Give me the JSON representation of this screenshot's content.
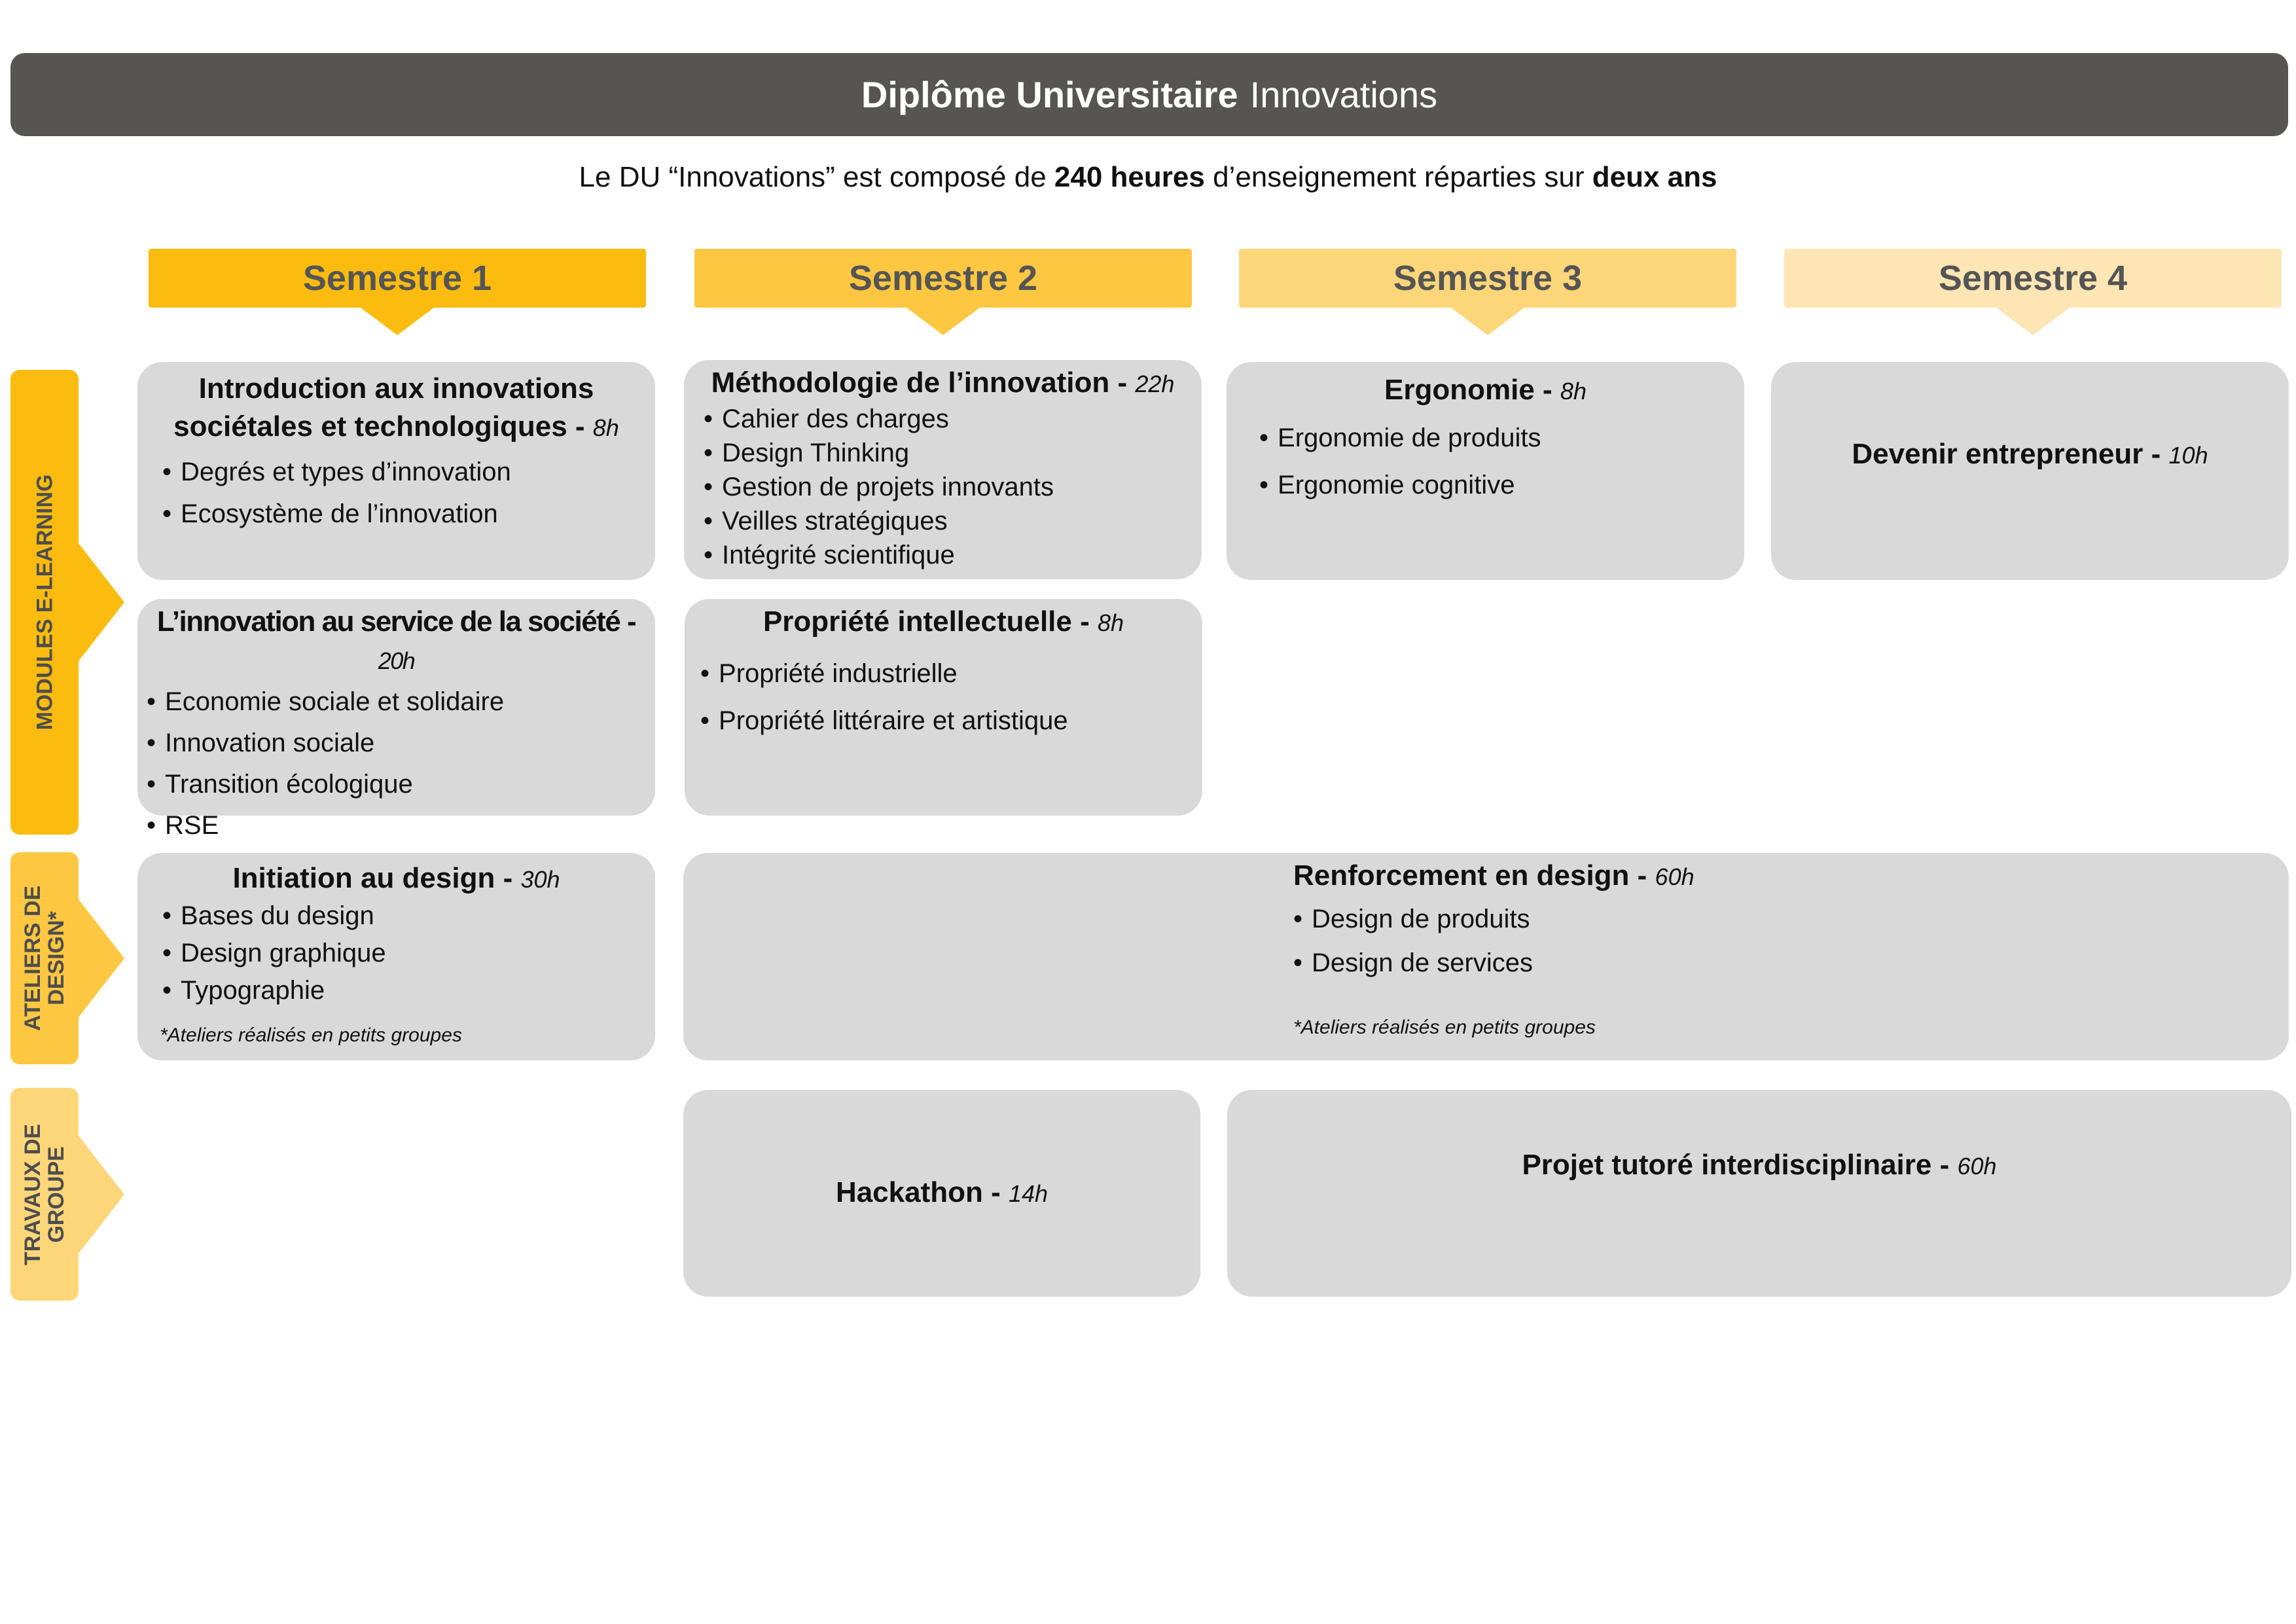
{
  "header": {
    "title_bold": "Diplôme Universitaire",
    "title_light": "Innovations"
  },
  "subtitle": {
    "part1": "Le DU “Innovations” est composé de ",
    "bold1": "240 heures",
    "part2": " d’enseignement réparties sur ",
    "bold2": "deux ans"
  },
  "semesters": [
    {
      "label": "Semestre 1",
      "color": "#fbbc0f"
    },
    {
      "label": "Semestre 2",
      "color": "#fdc742"
    },
    {
      "label": "Semestre 3",
      "color": "#fed67a"
    },
    {
      "label": "Semestre 4",
      "color": "#fee5b4"
    }
  ],
  "sides": {
    "elearning": {
      "label": "MODULES E-LEARNING",
      "color": "#fbbc0f"
    },
    "ateliers": {
      "line1": "ATELIERS DE",
      "line2": "DESIGN*",
      "color": "#fdc742"
    },
    "travaux": {
      "line1": "TRAVAUX DE",
      "line2": "GROUPE",
      "color": "#fed67a"
    }
  },
  "modules": {
    "intro": {
      "title_line1": "Introduction aux innovations",
      "title_line2": "sociétales et technologiques - ",
      "hours": "8h",
      "items": [
        "Degrés et types d’innovation",
        "Ecosystème de l’innovation"
      ]
    },
    "methodo": {
      "title": "Méthodologie de l’innovation - ",
      "hours": "22h",
      "items": [
        "Cahier des charges",
        "Design Thinking",
        "Gestion de projets innovants",
        "Veilles stratégiques",
        "Intégrité scientifique"
      ]
    },
    "ergonomie": {
      "title": "Ergonomie  - ",
      "hours": "8h",
      "items": [
        "Ergonomie de produits",
        "Ergonomie cognitive"
      ]
    },
    "entrepreneur": {
      "title": "Devenir entrepreneur  - ",
      "hours": "10h"
    },
    "societe": {
      "title": "L’innovation au service de la société - ",
      "hours": "20h",
      "items": [
        "Economie sociale et solidaire",
        "Innovation sociale",
        "Transition écologique",
        "RSE"
      ]
    },
    "propriete": {
      "title": "Propriété intellectuelle - ",
      "hours": "8h",
      "items": [
        "Propriété industrielle",
        "Propriété littéraire et artistique"
      ]
    },
    "initiation": {
      "title": "Initiation au design - ",
      "hours": "30h",
      "items": [
        "Bases du design",
        "Design graphique",
        "Typographie"
      ],
      "note": "*Ateliers réalisés en petits groupes"
    },
    "renforcement": {
      "title": "Renforcement en design - ",
      "hours": "60h",
      "items": [
        "Design de produits",
        "Design de services"
      ],
      "note": "*Ateliers réalisés en petits groupes"
    },
    "hackathon": {
      "title": "Hackathon - ",
      "hours": "14h"
    },
    "projet": {
      "title": "Projet tutoré interdisciplinaire - ",
      "hours": "60h"
    }
  }
}
